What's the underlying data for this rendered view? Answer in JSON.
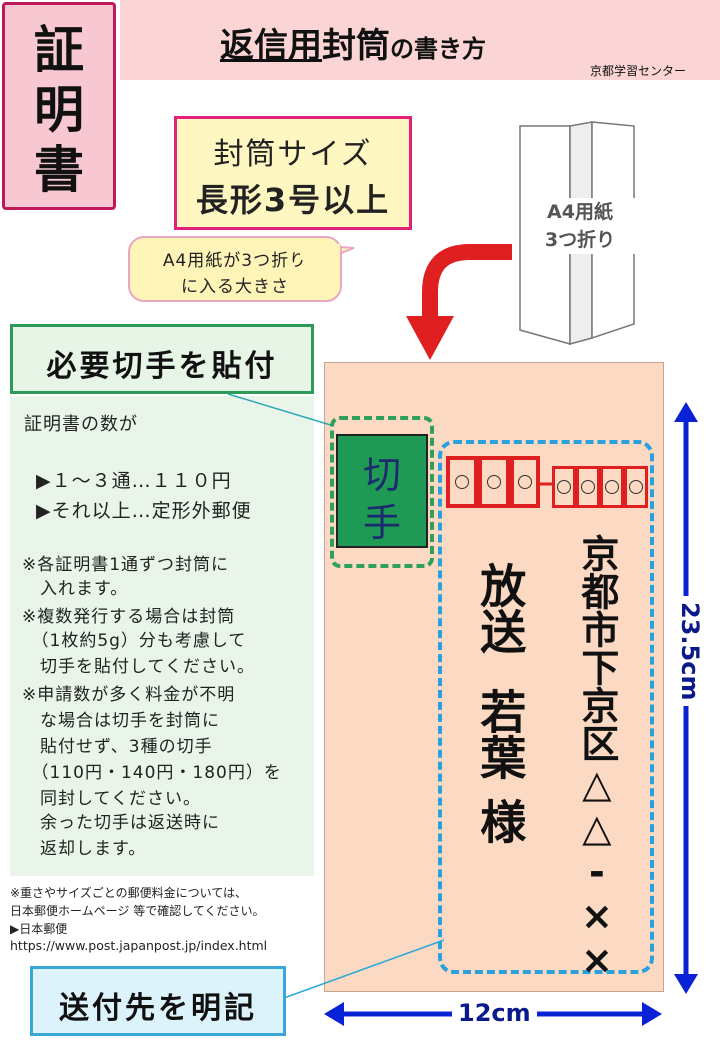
{
  "header": {
    "certificate_chars": [
      "証",
      "明",
      "書"
    ],
    "title_underlined": "返信用",
    "title_main": "封筒",
    "title_suffix": "の書き方",
    "organization": "京都学習センター"
  },
  "envelope_size": {
    "line1": "封筒サイズ",
    "line2": "長形3号以上"
  },
  "size_note": {
    "line1": "A4用紙が3つ折り",
    "line2": "に入る大きさ"
  },
  "paper_illustration": {
    "line1": "A4用紙",
    "line2": "3つ折り"
  },
  "stamp_section": {
    "label": "必要切手を貼付",
    "lines": [
      "証明書の数が",
      "▶１～３通…１１０円",
      "▶それ以上…定形外郵便",
      "※各証明書1通ずつ封筒に",
      "　入れます。",
      "※複数発行する場合は封筒",
      "　（1枚約5g）分も考慮して",
      "　切手を貼付してください。",
      "※申請数が多く料金が不明",
      "　な場合は切手を封筒に",
      "　貼付せず、3種の切手",
      "　（110円・140円・180円）を",
      "　同封してください。",
      "　余った切手は返送時に",
      "　返却します。"
    ]
  },
  "postage_note": {
    "lines": [
      "※重さやサイズごとの郵便料金については、",
      "日本郵便ホームページ 等で確認してください。",
      "▶日本郵便",
      "https://www.post.japanpost.jp/index.html"
    ]
  },
  "recipient_section": {
    "label": "送付先を明記"
  },
  "envelope": {
    "stamp_text": [
      "切",
      "手"
    ],
    "address": "京都市下京区△△-××",
    "name_line1": "放送",
    "name_line2": "若葉",
    "honorific": "様"
  },
  "dimensions": {
    "height": "23.5cm",
    "width": "12cm"
  },
  "colors": {
    "accent_red": "#e02020",
    "stamp_green": "#1e9a55",
    "dimension_blue": "#0a22d6",
    "envelope": "#fbd9c2"
  }
}
